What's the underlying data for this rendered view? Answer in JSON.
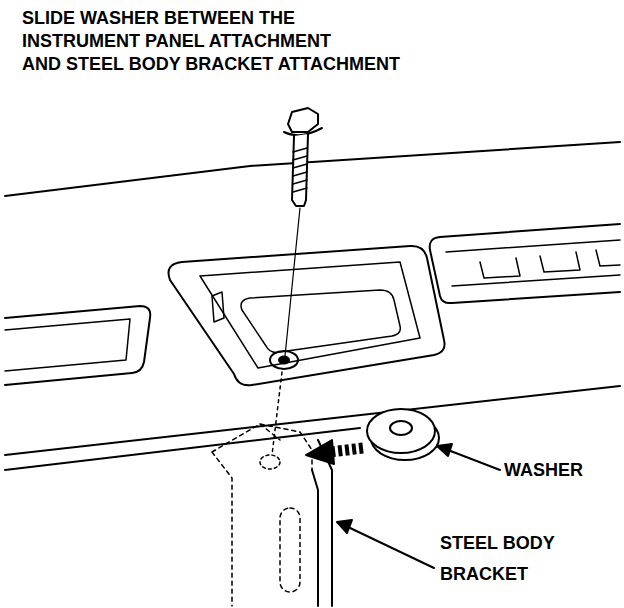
{
  "diagram": {
    "title": "SLIDE WASHER BETWEEN THE INSTRUMENT PANEL ATTACHMENT AND STEEL BODY BRACKET ATTACHMENT",
    "labels": [
      "WASHER",
      "STEEL BODY BRACKET"
    ]
  }
}
